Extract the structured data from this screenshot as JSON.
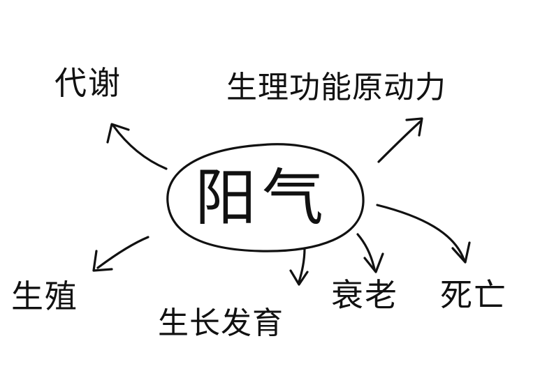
{
  "diagram": {
    "center": "阳气",
    "nodes": {
      "metabolism": "代谢",
      "physiology": "生理功能原动力",
      "reproduction": "生殖",
      "growth": "生长发育",
      "aging": "衰老",
      "death": "死亡"
    },
    "colors": {
      "ink": "#111111",
      "background": "#ffffff"
    }
  }
}
